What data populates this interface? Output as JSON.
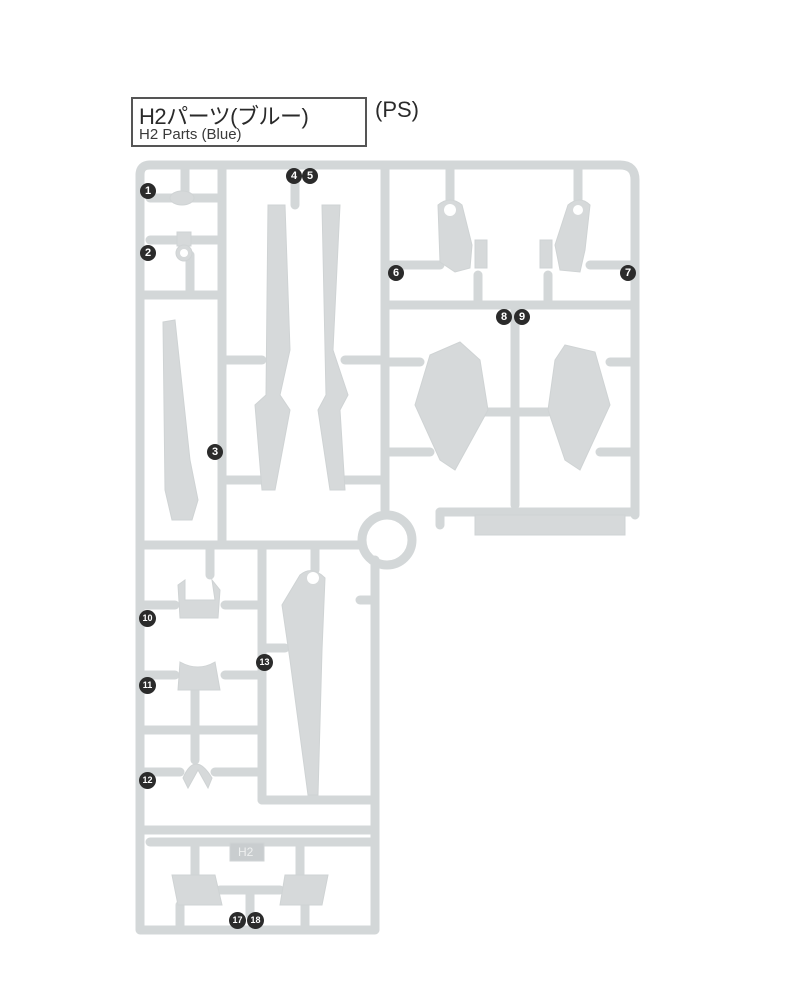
{
  "header": {
    "title_jp": "H2パーツ(ブルー)",
    "title_en": "H2 Parts (Blue)",
    "material": "(PS)"
  },
  "colors": {
    "sprue": "#d6d9da",
    "sprue_edge": "#c4c8ca",
    "badge": "#2b2b2b",
    "badge_text": "#ffffff",
    "text": "#2a2a2a"
  },
  "sprue_tag": "H2",
  "parts": [
    {
      "id": "1",
      "label": "1"
    },
    {
      "id": "2",
      "label": "2"
    },
    {
      "id": "3",
      "label": "3"
    },
    {
      "id": "4",
      "label": "4"
    },
    {
      "id": "5",
      "label": "5"
    },
    {
      "id": "6",
      "label": "6"
    },
    {
      "id": "7",
      "label": "7"
    },
    {
      "id": "8",
      "label": "8"
    },
    {
      "id": "9",
      "label": "9"
    },
    {
      "id": "10",
      "label": "10"
    },
    {
      "id": "11",
      "label": "11"
    },
    {
      "id": "12",
      "label": "12"
    },
    {
      "id": "13",
      "label": "13"
    },
    {
      "id": "17",
      "label": "17"
    },
    {
      "id": "18",
      "label": "18"
    }
  ]
}
